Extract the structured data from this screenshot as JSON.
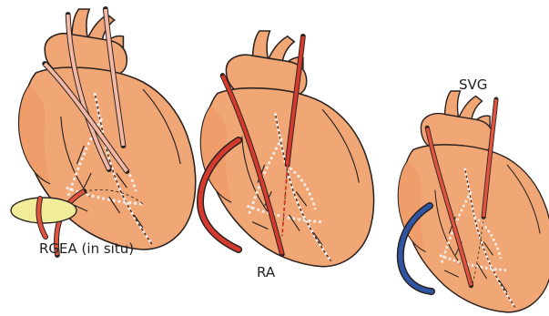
{
  "labels": {
    "rgea": "RGEA (in situ)",
    "ra": "RA",
    "svg": "SVG"
  },
  "colors": {
    "heart": "#f1a676",
    "outline": "#2b2320",
    "graft_artery": "#e2533f",
    "radial_artery": "#d63a2e",
    "saphenous_vein": "#2f55a4",
    "omentum": "#f1ec9a"
  },
  "panels": [
    {
      "graft": "rgea",
      "graft_color": "#e2533f"
    },
    {
      "graft": "ra",
      "graft_color": "#d63a2e"
    },
    {
      "graft": "svg",
      "graft_color": "#2f55a4"
    }
  ]
}
